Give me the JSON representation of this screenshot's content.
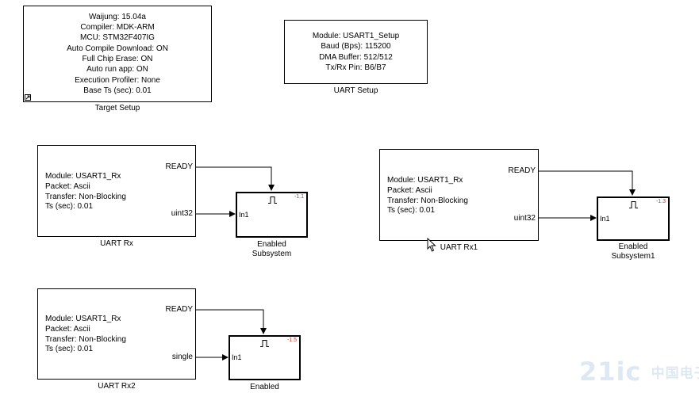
{
  "target_setup": {
    "lines": [
      "Waijung: 15.04a",
      "Compiler: MDK-ARM",
      "MCU: STM32F407IG",
      "Auto Compile Download: ON",
      "Full Chip Erase: ON",
      "Auto run app: ON",
      "Execution Profiler: None",
      "Base Ts (sec): 0.01"
    ],
    "caption": "Target Setup"
  },
  "uart_setup": {
    "lines": [
      "Module: USART1_Setup",
      "Baud (Bps): 115200",
      "DMA Buffer: 512/512",
      "Tx/Rx Pin: B6/B7"
    ],
    "caption": "UART Setup"
  },
  "uart_rx": {
    "lines": [
      "Module: USART1_Rx",
      "Packet: Ascii",
      "Transfer: Non-Blocking",
      "Ts (sec): 0.01"
    ],
    "caption": "UART Rx",
    "port_ready": "READY",
    "port_data": "uint32"
  },
  "uart_rx1": {
    "lines": [
      "Module: USART1_Rx",
      "Packet: Ascii",
      "Transfer: Non-Blocking",
      "Ts (sec): 0.01"
    ],
    "caption": "UART Rx1",
    "port_ready": "READY",
    "port_data": "uint32"
  },
  "uart_rx2": {
    "lines": [
      "Module: USART1_Rx",
      "Packet: Ascii",
      "Transfer: Non-Blocking",
      "Ts (sec): 0.01"
    ],
    "caption": "UART Rx2",
    "port_ready": "READY",
    "port_data": "single"
  },
  "enabled_subsystem": {
    "caption_line1": "Enabled",
    "caption_line2": "Subsystem",
    "inport": "In1",
    "sample_time": "-1.1"
  },
  "enabled_subsystem1": {
    "caption_line1": "Enabled",
    "caption_line2": "Subsystem1",
    "inport": "In1",
    "sample_time": "-1.3"
  },
  "enabled": {
    "caption": "Enabled",
    "inport": "In1",
    "sample_time": "-1.5"
  },
  "watermark": {
    "main": "21ic",
    "sub": "中国电子网"
  },
  "colors": {
    "line": "#000000",
    "sample_time": "#c0392b",
    "background": "#ffffff"
  }
}
